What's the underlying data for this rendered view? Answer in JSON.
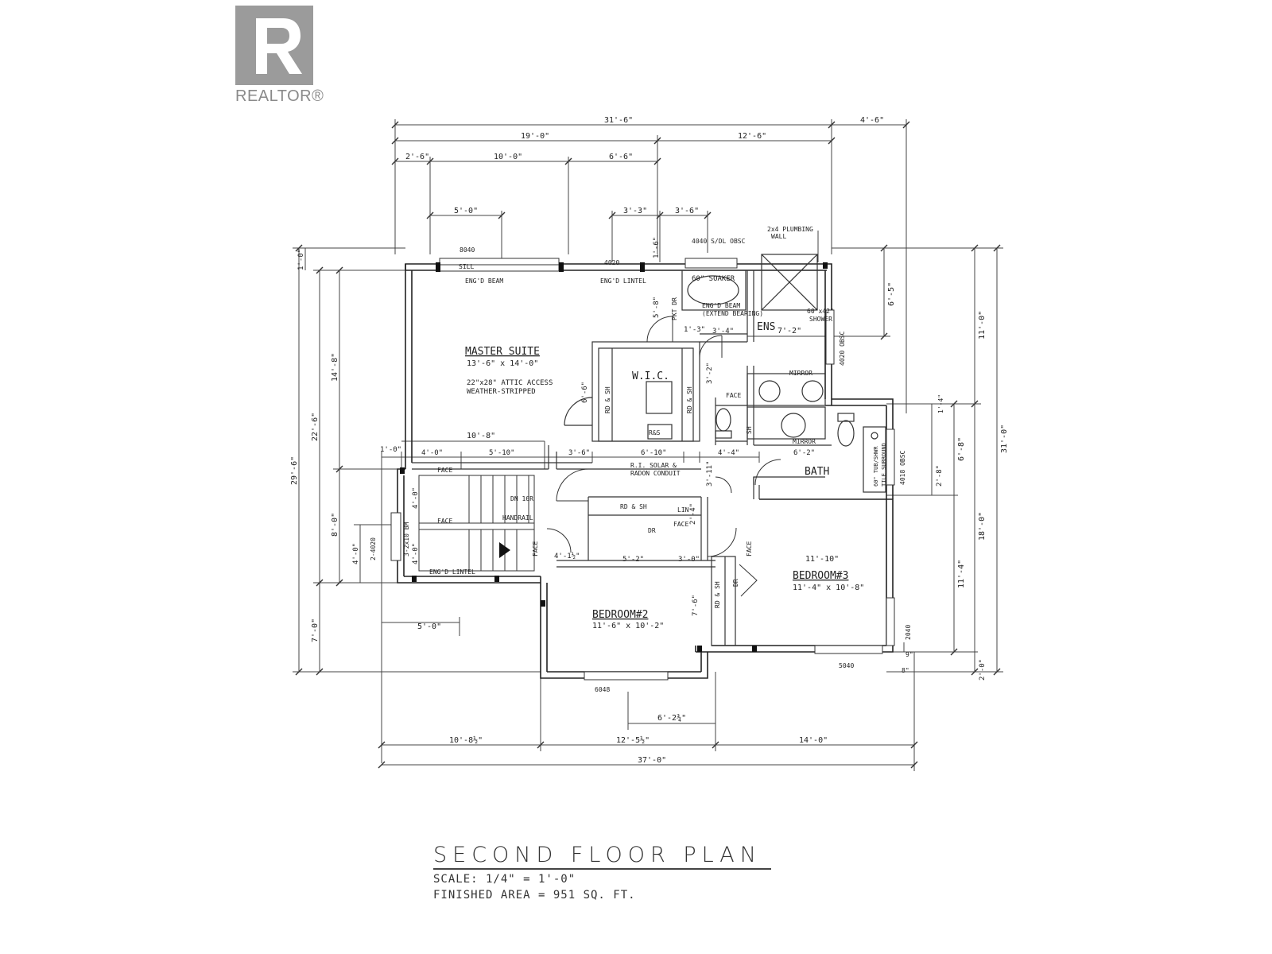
{
  "logo": {
    "wordmark": "REALTOR®"
  },
  "rooms": {
    "master_suite": {
      "name": "MASTER SUITE",
      "size": "13'-6\" x 14'-0\""
    },
    "bedroom2": {
      "name": "BEDROOM#2",
      "size": "11'-6\" x 10'-2\""
    },
    "bedroom3": {
      "name": "BEDROOM#3",
      "size": "11'-4\" x 10'-8\""
    },
    "wic": {
      "name": "W.I.C."
    },
    "ens": {
      "name": "ENS"
    },
    "bath": {
      "name": "BATH"
    }
  },
  "notes": {
    "attic_1": "22\"x28\" ATTIC ACCESS",
    "attic_2": "WEATHER-STRIPPED",
    "soaker": "60\" SOAKER",
    "shower_1": "60\"x42\"",
    "shower_2": "SHOWER",
    "engd_beam": "ENG'D BEAM",
    "engd_beam_2": "ENG'D BEAM",
    "extend_bearing": "(EXTEND BEARING)",
    "engd_lintel": "ENG'D LINTEL",
    "engd_lintel_2": "ENG'D LINTEL",
    "sill": "SILL",
    "plumbing_1": "2x4 PLUMBING",
    "plumbing_2": "WALL",
    "window_sdl": "4040 S/DL OBSC",
    "window_top_left": "8040",
    "window_4020": "4020",
    "window_ens": "4020 OBSC",
    "window_bath": "4018 OBSC",
    "window_bed2": "6048",
    "window_bed3_side": "2040",
    "window_bed3_bottom": "5040",
    "window_stair": "2-4020",
    "mirror_1": "MIRROR",
    "mirror_2": "MIRROR",
    "solar_1": "R.I. SOLAR &",
    "solar_2": "RADON CONDUIT",
    "tub_1": "60\" TUB/SHWR",
    "tub_2": "TILE SURROUND",
    "pkt_dr": "PKT DR",
    "rd_sh": "RD & SH",
    "rs": "R&S",
    "lin": "LIN",
    "dr": "DR",
    "face": "FACE",
    "sh": "SH",
    "dn": "DN 16R",
    "handrail": "HANDRAIL",
    "bm": "3-2x10 BM"
  },
  "dimensions": {
    "top_overall": "31'-6\"",
    "top_right": "4'-6\"",
    "top_19": "19'-0\"",
    "top_12": "12'-6\"",
    "top_2_6": "2'-6\"",
    "top_10": "10'-0\"",
    "top_6_6": "6'-6\"",
    "top_5": "5'-0\"",
    "top_3_3": "3'-3\"",
    "top_3_6": "3'-6\"",
    "d_1_6": "1'-6\"",
    "d_6_5": "6'-5\"",
    "d_5_8": "5'-8\"",
    "d_7_2": "7'-2\"",
    "d_1_3": "1'-3\"",
    "d_3_4": "3'-4\"",
    "d_3_2": "3'-2\"",
    "d_6_6": "6'-6\"",
    "d_10_8": "10'-8\"",
    "d_3_6b": "3'-6\"",
    "d_5_10": "5'-10\"",
    "d_6_10": "6'-10\"",
    "d_4_4": "4'-4\"",
    "d_6_2": "6'-2\"",
    "d_1_0": "1'-0\"",
    "d_4_0": "4'-0\"",
    "d_3_11": "3'-11\"",
    "d_2_4": "2'-4\"",
    "d_4_1_2": "4'-1½\"",
    "d_5_2": "5'-2\"",
    "d_3_0": "3'-0\"",
    "d_11_10": "11'-10\"",
    "d_7_6": "7'-6\"",
    "d_5_0b": "5'-0\"",
    "d_6_2_3_4": "6'-2¾\"",
    "bot_10": "10'-8½\"",
    "bot_12": "12'-5½\"",
    "bot_14": "14'-0\"",
    "bot_overall": "37'-0\"",
    "left_1_0": "1'-0\"",
    "left_14_8": "14'-8\"",
    "left_22_6": "22'-6\"",
    "left_29_6": "29'-6\"",
    "left_8_0": "8'-0\"",
    "left_4_0": "4'-0\"",
    "left_7_0": "7'-0\"",
    "stair_4_0a": "4'-0\"",
    "stair_4_0b": "4'-0\"",
    "right_11_0": "11'-0\"",
    "right_31_0": "31'-0\"",
    "right_18_0": "18'-0\"",
    "right_11_4": "11'-4\"",
    "right_6_8": "6'-8\"",
    "right_2_8": "2'-8\"",
    "right_2_0": "2'-0\"",
    "right_1_4": "1'-4\"",
    "right_9": "9\"",
    "right_8": "8\""
  },
  "title": {
    "main": "SECOND FLOOR PLAN",
    "scale": "SCALE: 1/4\" = 1'-0\"",
    "area": "FINISHED AREA = 951 SQ. FT."
  }
}
